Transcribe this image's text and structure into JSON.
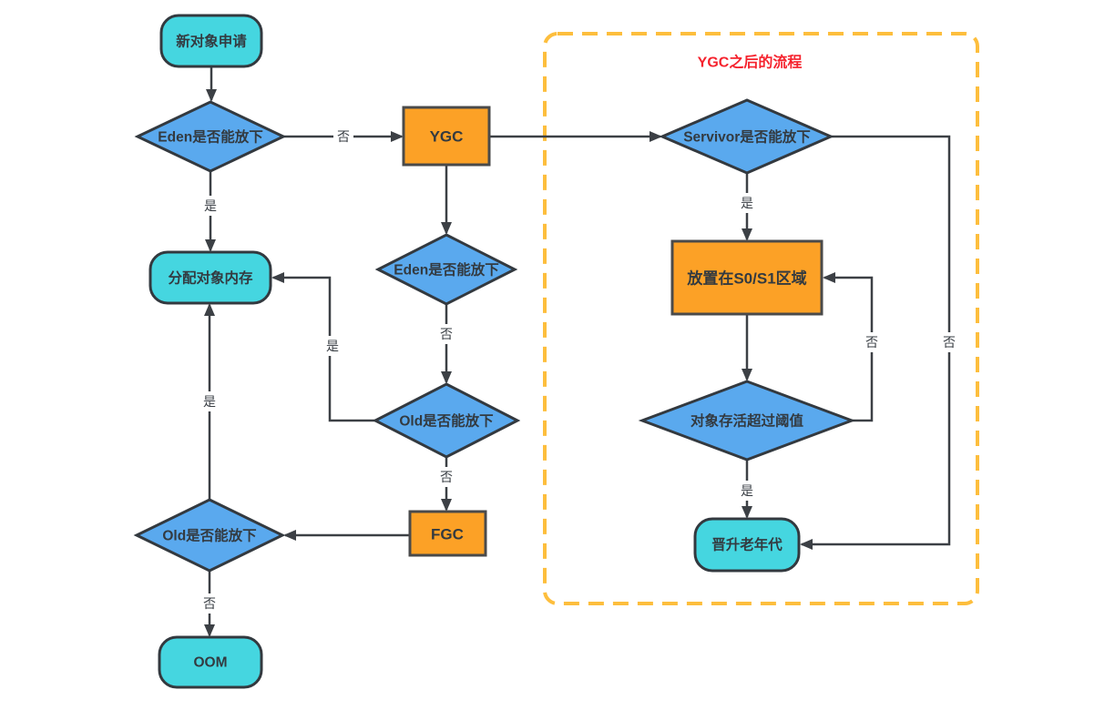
{
  "diagram": {
    "container": {
      "title": "YGC之后的流程"
    },
    "nodes": {
      "start": {
        "label": "新对象申请",
        "type": "terminal"
      },
      "eden_check_1": {
        "label": "Eden是否能放下",
        "type": "decision"
      },
      "ygc": {
        "label": "YGC",
        "type": "process"
      },
      "allocate": {
        "label": "分配对象内存",
        "type": "terminal"
      },
      "eden_check_2": {
        "label": "Eden是否能放下",
        "type": "decision"
      },
      "old_check_1": {
        "label": "Old是否能放下",
        "type": "decision"
      },
      "fgc": {
        "label": "FGC",
        "type": "process"
      },
      "old_check_2": {
        "label": "Old是否能放下",
        "type": "decision"
      },
      "oom": {
        "label": "OOM",
        "type": "terminal"
      },
      "survivor_check": {
        "label": "Servivor是否能放下",
        "type": "decision"
      },
      "place_s0s1": {
        "label": "放置在S0/S1区域",
        "type": "process"
      },
      "age_threshold": {
        "label": "对象存活超过阈值",
        "type": "decision"
      },
      "promote_old": {
        "label": "晋升老年代",
        "type": "terminal"
      }
    },
    "edge_labels": {
      "yes": "是",
      "no": "否"
    },
    "colors": {
      "terminal_fill": "#45D6E0",
      "decision_fill": "#5AA9EE",
      "process_fill": "#FCA126",
      "container_border": "#FDBE3D",
      "title_color": "#F5222D",
      "line_color": "#3C4045",
      "background": "#FFFFFF"
    }
  }
}
